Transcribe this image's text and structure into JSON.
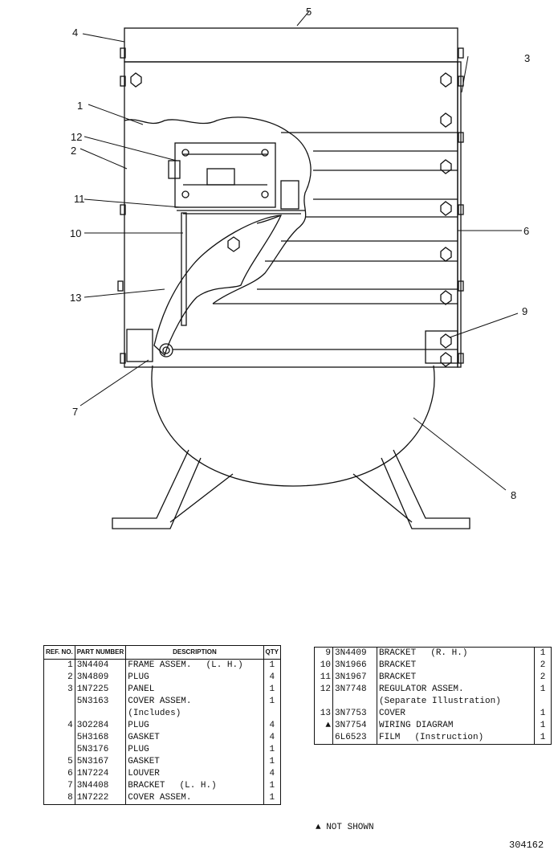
{
  "callouts": [
    "1",
    "2",
    "3",
    "4",
    "5",
    "6",
    "7",
    "8",
    "9",
    "10",
    "11",
    "12",
    "13"
  ],
  "table_headers": {
    "ref_no": "REF. NO.",
    "part_number": "PART NUMBER",
    "description": "DESCRIPTION",
    "qty": "QTY"
  },
  "table_left": [
    {
      "ref": "1",
      "part": "3N4404",
      "desc": "FRAME ASSEM.",
      "note": "(L. H.)",
      "qty": "1"
    },
    {
      "ref": "2",
      "part": "3N4809",
      "desc": "PLUG",
      "note": "",
      "qty": "4"
    },
    {
      "ref": "3",
      "part": "1N7225",
      "desc": "PANEL",
      "note": "",
      "qty": "1"
    },
    {
      "ref": "",
      "part": "5N3163",
      "desc": "COVER ASSEM.",
      "note": "",
      "qty": "1"
    },
    {
      "ref": "",
      "part": "",
      "desc": "(Includes)",
      "note": "",
      "qty": ""
    },
    {
      "ref": "4",
      "part": "3O2284",
      "desc": "PLUG",
      "note": "",
      "qty": "4"
    },
    {
      "ref": "",
      "part": "5H3168",
      "desc": "GASKET",
      "note": "",
      "qty": "4"
    },
    {
      "ref": "",
      "part": "5N3176",
      "desc": "PLUG",
      "note": "",
      "qty": "1"
    },
    {
      "ref": "5",
      "part": "5N3167",
      "desc": "GASKET",
      "note": "",
      "qty": "1"
    },
    {
      "ref": "6",
      "part": "1N7224",
      "desc": "LOUVER",
      "note": "",
      "qty": "4"
    },
    {
      "ref": "7",
      "part": "3N4408",
      "desc": "BRACKET",
      "note": "(L. H.)",
      "qty": "1"
    },
    {
      "ref": "8",
      "part": "1N7222",
      "desc": "COVER ASSEM.",
      "note": "",
      "qty": "1"
    }
  ],
  "table_right": [
    {
      "ref": "9",
      "part": "3N4409",
      "desc": "BRACKET",
      "note": "(R. H.)",
      "qty": "1"
    },
    {
      "ref": "10",
      "part": "3N1966",
      "desc": "BRACKET",
      "note": "",
      "qty": "2"
    },
    {
      "ref": "11",
      "part": "3N1967",
      "desc": "BRACKET",
      "note": "",
      "qty": "2"
    },
    {
      "ref": "12",
      "part": "3N7748",
      "desc": "REGULATOR ASSEM.",
      "note": "",
      "qty": "1"
    },
    {
      "ref": "",
      "part": "",
      "desc": "(Separate Illustration)",
      "note": "",
      "qty": ""
    },
    {
      "ref": "13",
      "part": "3N7753",
      "desc": "COVER",
      "note": "",
      "qty": "1"
    },
    {
      "ref": "",
      "part": "",
      "desc": "",
      "note": "",
      "qty": ""
    },
    {
      "ref": "",
      "part": "",
      "desc": "",
      "note": "",
      "qty": ""
    },
    {
      "ref": "",
      "part": "",
      "desc": "",
      "note": "",
      "qty": ""
    },
    {
      "ref": "",
      "part": "",
      "desc": "",
      "note": "",
      "qty": ""
    },
    {
      "ref": "▲",
      "part": "3N7754",
      "desc": "WIRING DIAGRAM",
      "note": "",
      "qty": "1"
    },
    {
      "ref": "",
      "part": "6L6523",
      "desc": "FILM",
      "note": "(Instruction)",
      "qty": "1"
    }
  ],
  "footnote": "▲ NOT SHOWN",
  "drawing_number": "304162"
}
